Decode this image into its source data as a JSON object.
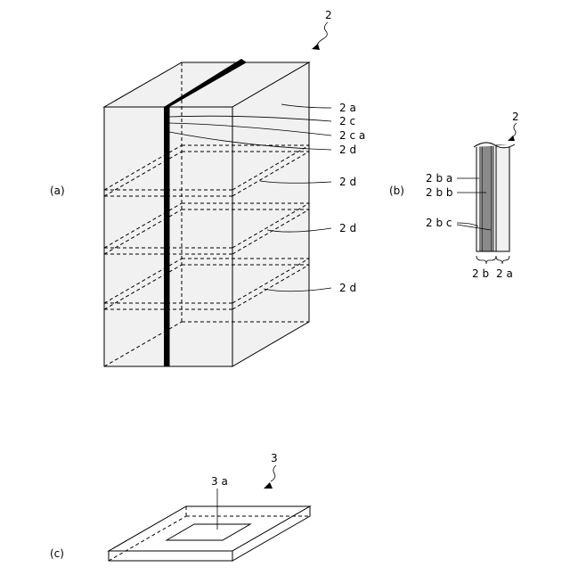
{
  "figure_a": {
    "panel_label": "(a)",
    "ref_label": "2",
    "labels": {
      "l2a": "2 a",
      "l2c": "2 c",
      "l2ca": "2 c a",
      "l2d_1": "2 d",
      "l2d_2": "2 d",
      "l2d_3": "2 d",
      "l2d_4": "2 d"
    }
  },
  "figure_b": {
    "panel_label": "(b)",
    "ref_label": "2",
    "labels": {
      "l2ba": "2 b a",
      "l2bb": "2 b b",
      "l2bc": "2 b c",
      "l2b": "2 b",
      "l2a": "2 a"
    }
  },
  "figure_c": {
    "panel_label": "(c)",
    "ref_label": "3",
    "labels": {
      "l3a": "3 a"
    }
  },
  "colors": {
    "face": "#f1f1f1",
    "layer_dark": "#8a8a8a",
    "line": "#000000"
  }
}
